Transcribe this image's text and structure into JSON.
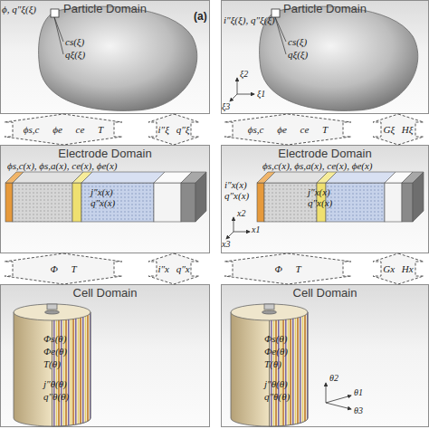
{
  "diagram": {
    "nodes": [
      {
        "text": [
          "Particle Domain",
          "ϕ, q″ξ(ξ)",
          "cs(ξ)",
          "qξ(ξ)"
        ]
      },
      {
        "text": [
          "Particle Domain",
          "i″ξ(ξ), q″ξ(ξ)",
          "cs(ξ)",
          "qξ(ξ)",
          "ξ2",
          "ξ1",
          "ξ3"
        ]
      },
      {
        "text": [
          "Electrode Domain",
          "ϕs,c(x), ϕs,a(x), ce(x), ϕe(x)",
          "j″x(x)",
          "q″x(x)"
        ]
      },
      {
        "text": [
          "Electrode Domain",
          "ϕs,c(x), ϕs,a(x), ce(x), ϕe(x)",
          "i″x(x)",
          "q″x(x)",
          "j″x(x)",
          "q″x(x)",
          "x2",
          "x1",
          "x3"
        ]
      },
      {
        "text": [
          "Cell Domain",
          "Φs(θ)",
          "Φe(θ)",
          "T(θ)",
          "j″θ(θ)",
          "q″θ(θ)"
        ]
      },
      {
        "text": [
          "Cell Domain",
          "Φs(θ)",
          "Φe(θ)",
          "T(θ)",
          "j″θ(θ)",
          "q″θ(θ)",
          "θ2",
          "θ1",
          "θ3"
        ]
      }
    ],
    "edges": [
      {
        "from": 0,
        "to": 2,
        "arrow": "both",
        "label": "ϕs,c ϕe ce T"
      },
      {
        "from": 0,
        "to": 2,
        "arrow": "both",
        "label": "i″ξ q″ξ"
      },
      {
        "from": 1,
        "to": 3,
        "arrow": "both",
        "label": "ϕs,c ϕe ce T"
      },
      {
        "from": 1,
        "to": 3,
        "arrow": "both",
        "label": "Gξ Hξ"
      },
      {
        "from": 2,
        "to": 4,
        "arrow": "both",
        "label": "Φ T"
      },
      {
        "from": 2,
        "to": 4,
        "arrow": "both",
        "label": "i″x q″x"
      },
      {
        "from": 3,
        "to": 5,
        "arrow": "both",
        "label": "Φ T"
      },
      {
        "from": 3,
        "to": 5,
        "arrow": "both",
        "label": "Gx Hx"
      }
    ],
    "labels": [
      "(a)"
    ]
  }
}
